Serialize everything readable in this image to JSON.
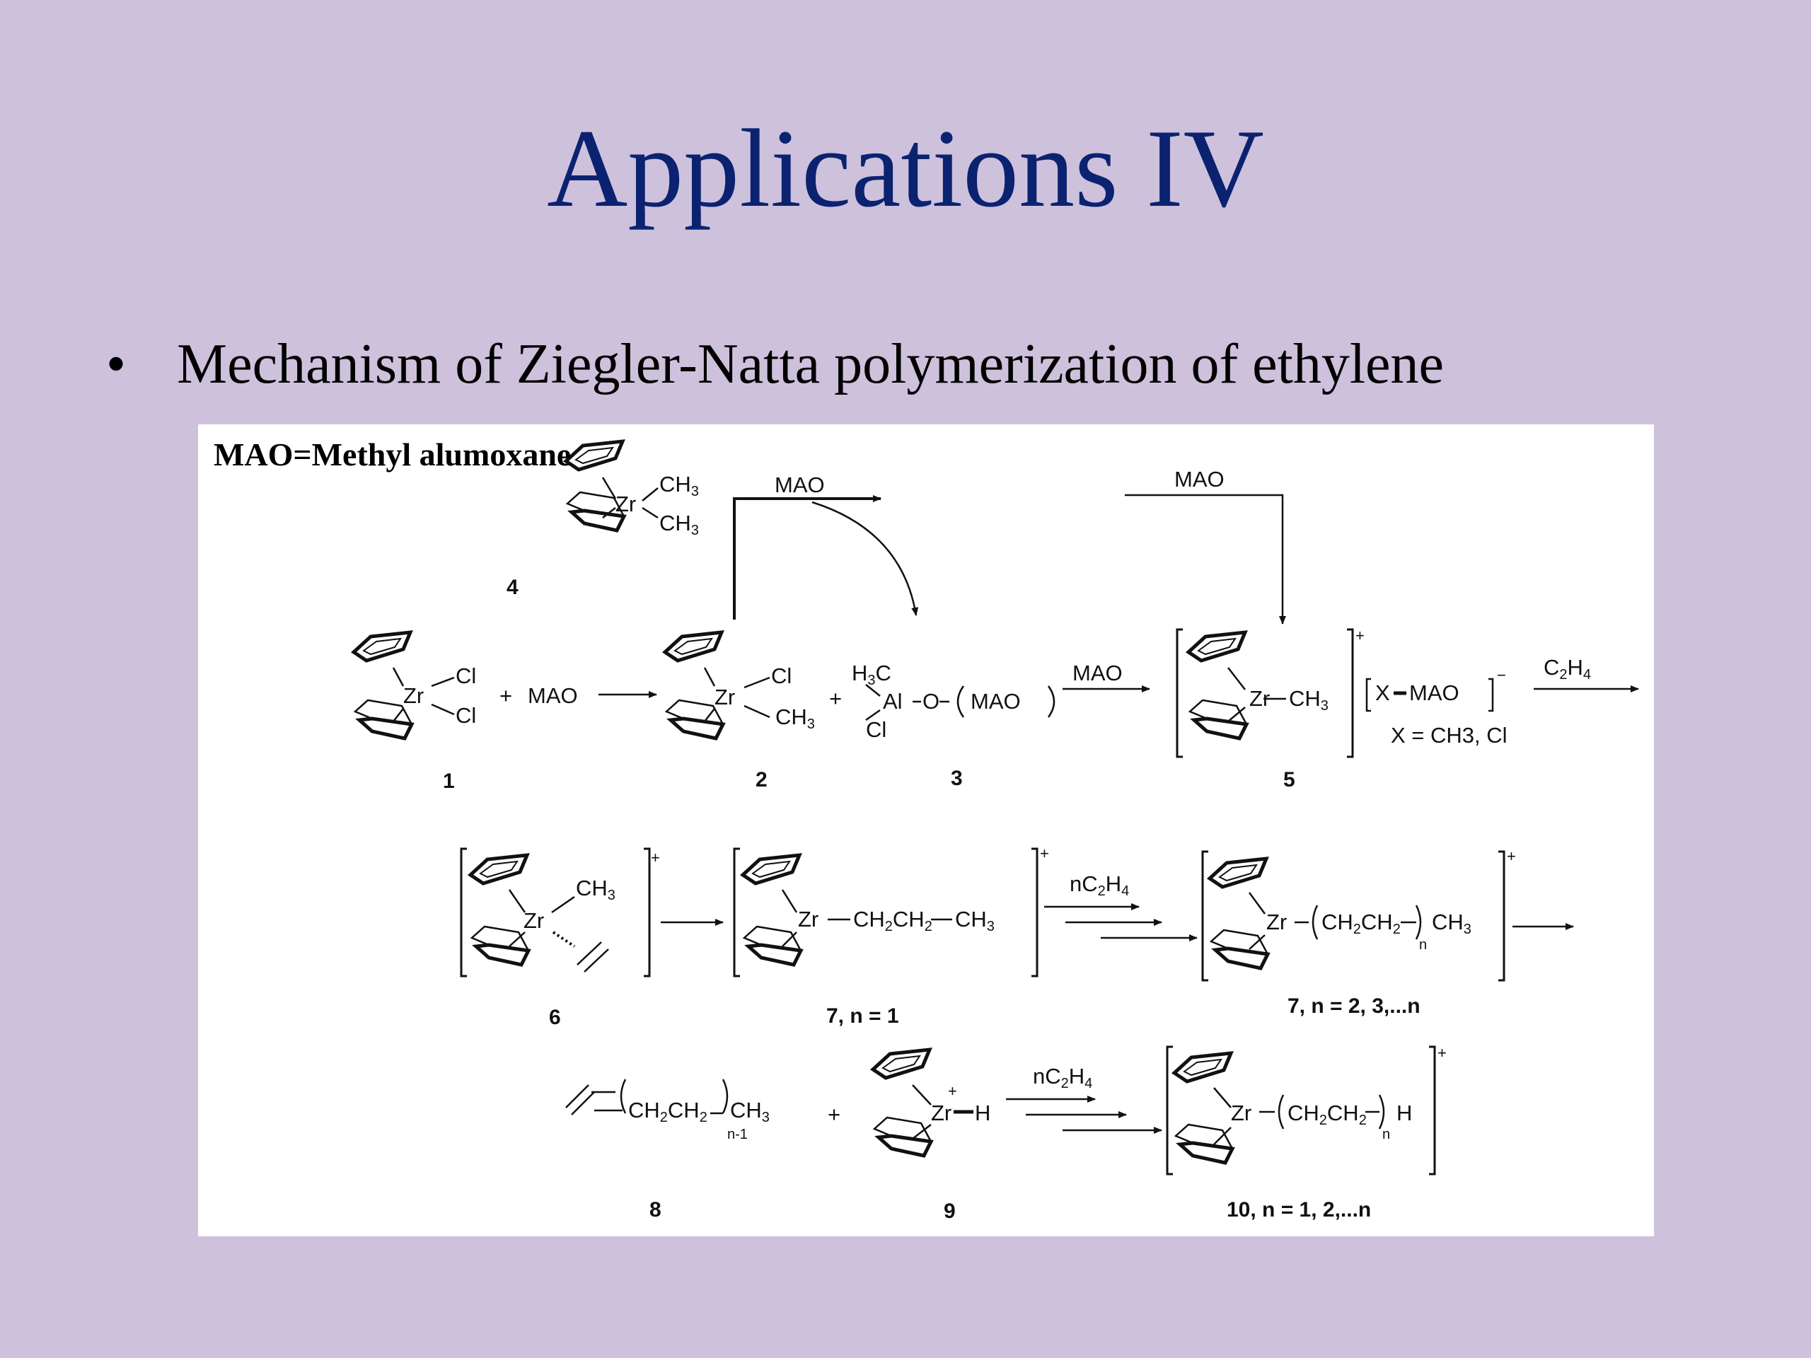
{
  "title": "Applications IV",
  "bullet": {
    "marker": "•",
    "text": "Mechanism of Ziegler-Natta polymerization of ethylene"
  },
  "figure": {
    "note": "MAO=Methyl alumoxane",
    "labels": {
      "mao": "MAO",
      "zr": "Zr",
      "cl": "Cl",
      "ch": "CH",
      "h3c": "H",
      "al": "Al",
      "o": "O",
      "plus": "+",
      "x_mao": "X",
      "c2h4": "C",
      "nc2h4": "nC",
      "ch2ch2": "CH",
      "h": "H"
    },
    "texts": {
      "x_def": "X = CH3, Cl",
      "c7n1": "7, n = 1",
      "c7n": "7, n = 2, 3,...n",
      "c10": "10, n = 1, 2,...n"
    },
    "compounds": [
      "1",
      "2",
      "3",
      "4",
      "5",
      "6",
      "8",
      "9"
    ],
    "subscripts": {
      "n": "n",
      "n1": "n-1"
    }
  }
}
